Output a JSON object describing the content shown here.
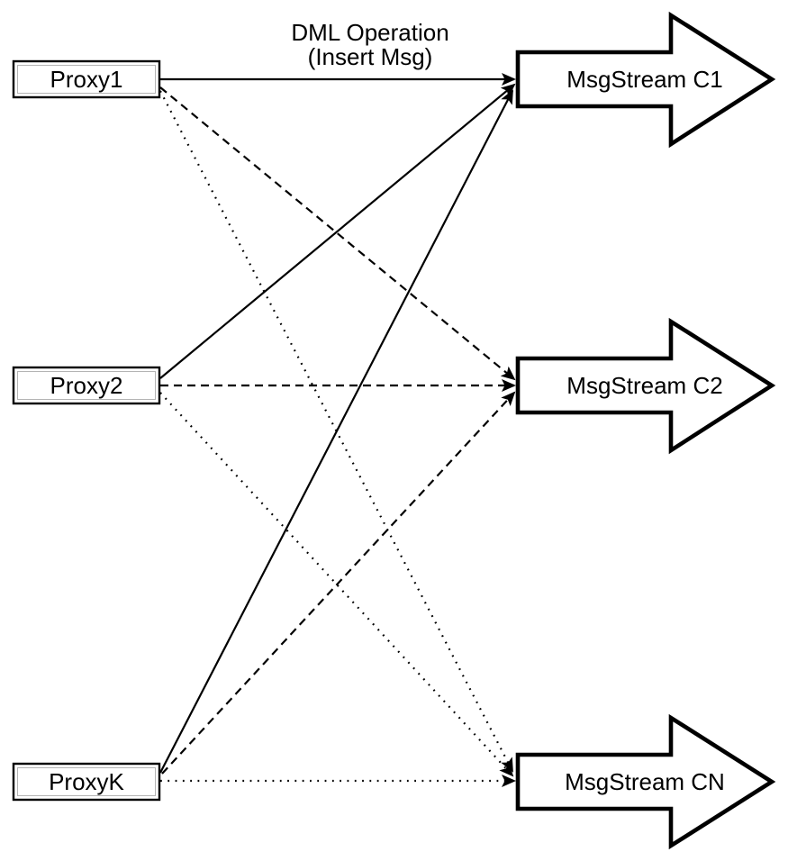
{
  "diagram": {
    "annotation": {
      "line1": "DML Operation",
      "line2": "(Insert Msg)"
    },
    "proxies": [
      {
        "label": "Proxy1"
      },
      {
        "label": "Proxy2"
      },
      {
        "label": "ProxyK"
      }
    ],
    "streams": [
      {
        "label": "MsgStream C1"
      },
      {
        "label": "MsgStream C2"
      },
      {
        "label": "MsgStream CN"
      }
    ],
    "edges": [
      {
        "from": "Proxy1",
        "to": "MsgStream C1",
        "style": "solid"
      },
      {
        "from": "Proxy2",
        "to": "MsgStream C1",
        "style": "solid"
      },
      {
        "from": "ProxyK",
        "to": "MsgStream C1",
        "style": "solid"
      },
      {
        "from": "Proxy1",
        "to": "MsgStream C2",
        "style": "dashed"
      },
      {
        "from": "Proxy2",
        "to": "MsgStream C2",
        "style": "dashed"
      },
      {
        "from": "ProxyK",
        "to": "MsgStream C2",
        "style": "dashed"
      },
      {
        "from": "Proxy1",
        "to": "MsgStream CN",
        "style": "dotted"
      },
      {
        "from": "Proxy2",
        "to": "MsgStream CN",
        "style": "dotted"
      },
      {
        "from": "ProxyK",
        "to": "MsgStream CN",
        "style": "dotted"
      }
    ],
    "colors": {
      "stroke": "#000000",
      "fill": "#ffffff",
      "background": "#ffffff",
      "text": "#000000"
    }
  }
}
